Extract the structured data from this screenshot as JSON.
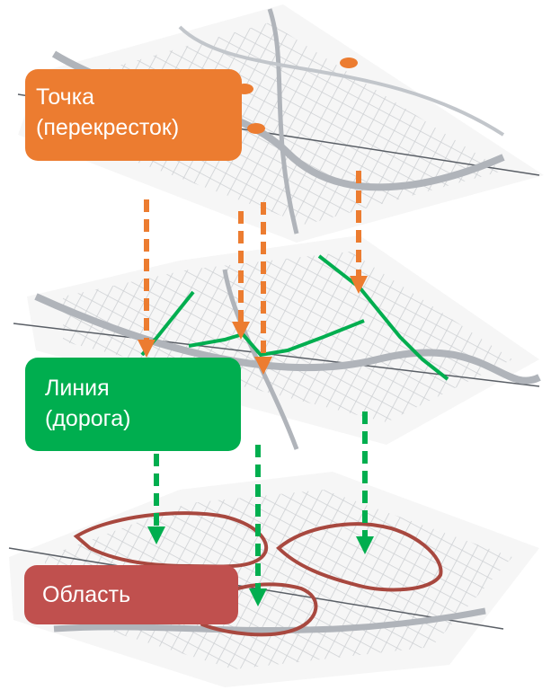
{
  "colors": {
    "point": "#ec7c30",
    "line": "#00ae4f",
    "area": "#c0504e",
    "map_road": "#b8bcc1",
    "area_outline": "#a8483f"
  },
  "layers": {
    "point": {
      "line1": "Точка",
      "line2": "(перекресток)"
    },
    "line": {
      "line1": "Линия",
      "line2": "(дорога)"
    },
    "area": {
      "line1": "Область"
    }
  }
}
